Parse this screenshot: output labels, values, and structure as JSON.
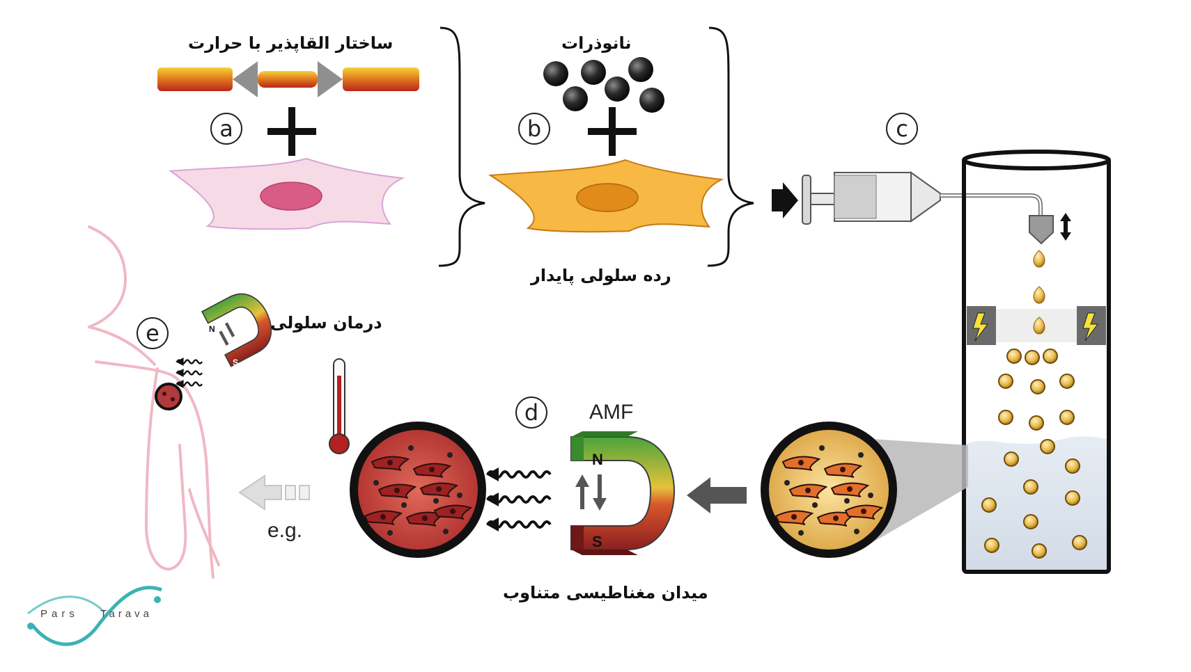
{
  "labels": {
    "thermo_structure": "ساختار القاپذیر با حرارت",
    "nanoparticles": "نانوذرات",
    "stable_cell_line": "رده سلولی پایدار",
    "cell_therapy": "درمان سلولی",
    "alternating_field": "میدان مغناطیسی متناوب",
    "amf": "AMF",
    "eg": "e.g."
  },
  "step_letters": {
    "a": "a",
    "b": "b",
    "c": "c",
    "d": "d",
    "e": "e"
  },
  "magnet_poles": {
    "north": "N",
    "south": "S"
  },
  "watermark": {
    "left": "Pars",
    "right": "Tarava"
  },
  "colors": {
    "pink_cell": "#f6dbe6",
    "pink_nucleus": "#d95c86",
    "orange_cell": "#f7b844",
    "orange_nucleus": "#e08b1a",
    "nanoparticle": "#1a1a1a",
    "bead": "#e7b84a",
    "hot_cells": "#c93a3a",
    "magnet_north": "#4aa33c",
    "magnet_south": "#8b1f1f",
    "body_outline": "#f0b8c4",
    "watermark": "#3bb3b5"
  },
  "icons": [
    "plus-icon",
    "syringe-icon",
    "thermometer-icon",
    "magnet-icon",
    "lightning-icon",
    "arrow-right-icon",
    "arrow-left-icon",
    "wave-icon"
  ]
}
